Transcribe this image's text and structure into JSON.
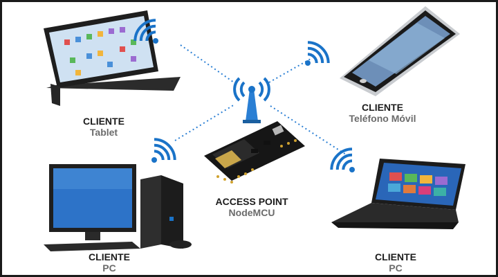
{
  "colors": {
    "wifi": "#1a73c8",
    "link": "#2a7fd4",
    "label_primary": "#1c1c1c",
    "label_secondary": "#6b6b6b",
    "border": "#1a1a1a"
  },
  "nodes": {
    "tablet": {
      "role": "CLIENTE",
      "device": "Tablet"
    },
    "phone": {
      "role": "CLIENTE",
      "device": "Teléfono Móvil"
    },
    "access_point": {
      "role": "ACCESS POINT",
      "device": "NodeMCU"
    },
    "pc_desktop": {
      "role": "CLIENTE",
      "device": "PC"
    },
    "pc_laptop": {
      "role": "CLIENTE",
      "device": "PC"
    }
  },
  "icons": {
    "tablet": "tablet-icon",
    "phone": "smartphone-icon",
    "access_point": "antenna-icon",
    "board": "nodemcu-board-icon",
    "desktop": "desktop-pc-icon",
    "laptop": "laptop-icon",
    "wifi": "wifi-signal-icon"
  }
}
